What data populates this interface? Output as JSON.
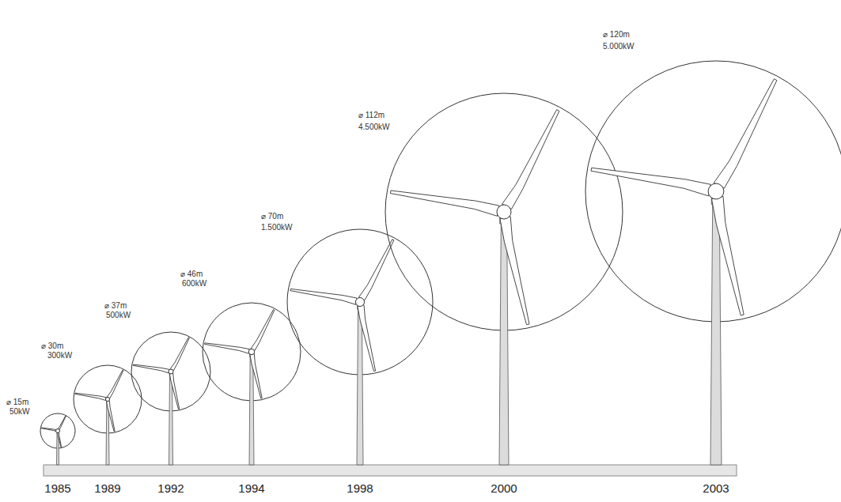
{
  "diagram": {
    "labels": [
      "⌀ 15m",
      "50kW",
      "⌀ 30m",
      "300kW",
      "⌀ 37m",
      "500kW",
      "⌀ 46m",
      "600kW",
      "⌀ 70m",
      "1.500kW",
      "⌀ 112m",
      "4.500kW",
      "⌀ 120m",
      "5.000kW",
      "1985",
      "1989",
      "1992",
      "1994",
      "1998",
      "2000",
      "2003"
    ]
  }
}
